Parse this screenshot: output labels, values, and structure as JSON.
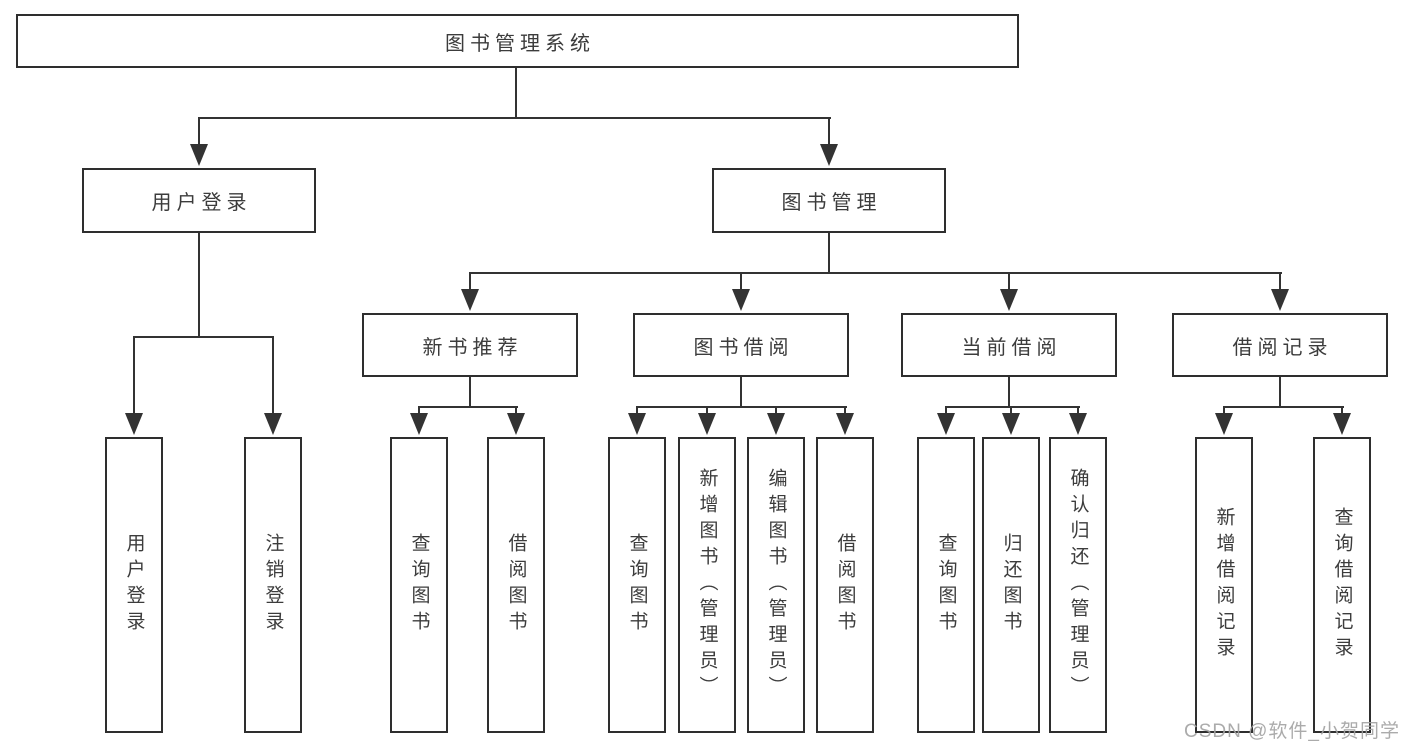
{
  "tree": {
    "label": "图书管理系统",
    "children": [
      {
        "label": "用户登录",
        "children": [
          {
            "label": "用户登录"
          },
          {
            "label": "注销登录"
          }
        ]
      },
      {
        "label": "图书管理",
        "children": [
          {
            "label": "新书推荐",
            "children": [
              {
                "label": "查询图书"
              },
              {
                "label": "借阅图书"
              }
            ]
          },
          {
            "label": "图书借阅",
            "children": [
              {
                "label": "查询图书"
              },
              {
                "label": "新增图书（管理员）"
              },
              {
                "label": "编辑图书（管理员）"
              },
              {
                "label": "借阅图书"
              }
            ]
          },
          {
            "label": "当前借阅",
            "children": [
              {
                "label": "查询图书"
              },
              {
                "label": "归还图书"
              },
              {
                "label": "确认归还（管理员）"
              }
            ]
          },
          {
            "label": "借阅记录",
            "children": [
              {
                "label": "新增借阅记录"
              },
              {
                "label": "查询借阅记录"
              }
            ]
          }
        ]
      }
    ]
  },
  "watermark": "CSDN @软件_小贺同学",
  "colors": {
    "line": "#333333",
    "border": "#2e2e2e",
    "text": "#3c3c3c",
    "watermark": "#a3a3a3",
    "background": "#ffffff"
  }
}
